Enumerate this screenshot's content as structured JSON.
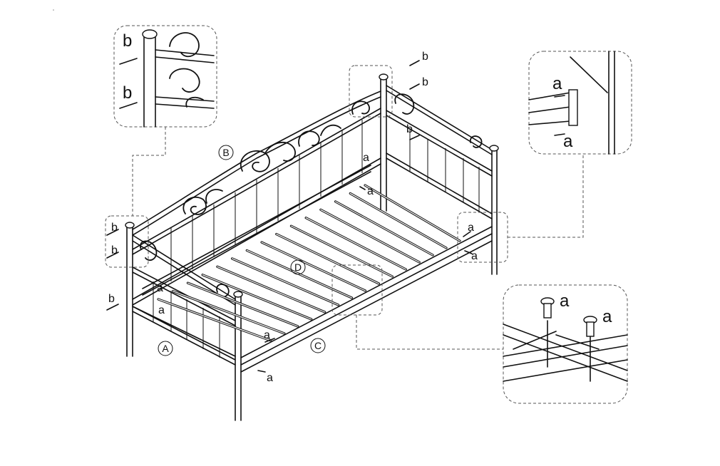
{
  "parts": {
    "A": "A",
    "B": "B",
    "C": "C",
    "D": "D"
  },
  "hardware": {
    "a": "a",
    "b": "b"
  }
}
